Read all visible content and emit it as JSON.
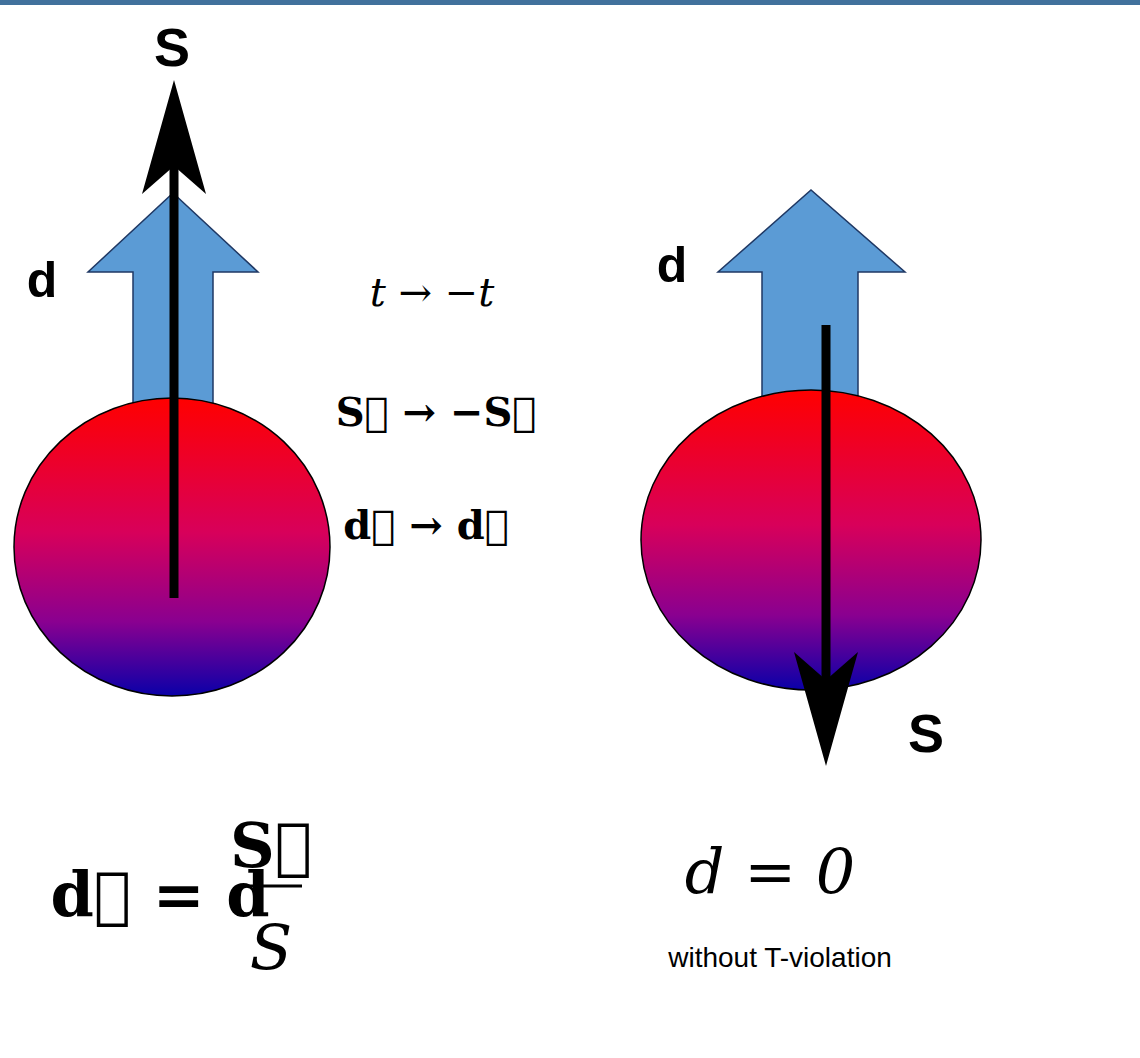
{
  "diagram": {
    "labels": [
      "S",
      "d",
      "t → −t",
      "S⃗ → −S⃗",
      "d⃗ → d⃗",
      "d",
      "S",
      "d⃗ = d",
      "S⃗",
      "S",
      "d = 0",
      "without T-violation"
    ]
  }
}
